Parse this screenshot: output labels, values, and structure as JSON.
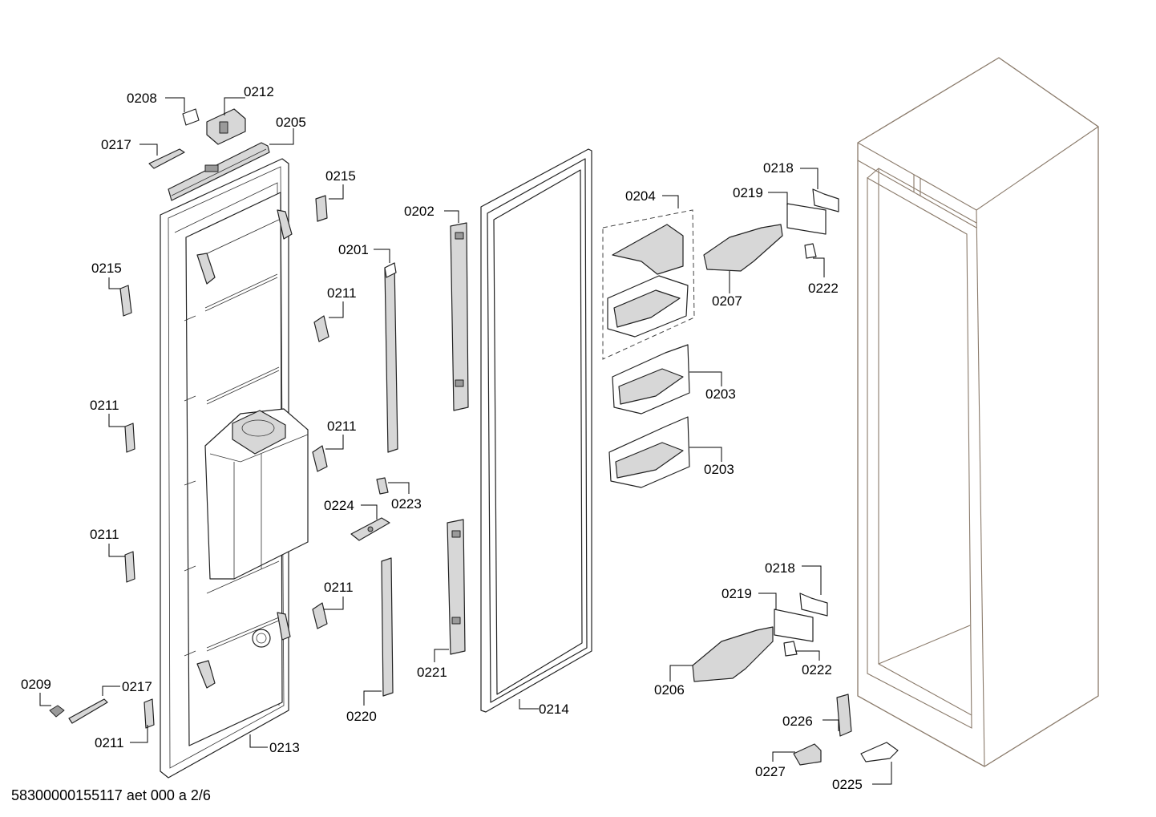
{
  "diagram": {
    "labels": {
      "l0208": "0208",
      "l0212": "0212",
      "l0205": "0205",
      "l0217a": "0217",
      "l0215a": "0215",
      "l0215b": "0215",
      "l0202": "0202",
      "l0201": "0201",
      "l0211a": "0211",
      "l0211b": "0211",
      "l0211c": "0211",
      "l0211d": "0211",
      "l0211e": "0211",
      "l0211f": "0211",
      "l0204": "0204",
      "l0218a": "0218",
      "l0219a": "0219",
      "l0207": "0207",
      "l0222a": "0222",
      "l0203a": "0203",
      "l0203b": "0203",
      "l0224": "0224",
      "l0223": "0223",
      "l0221": "0221",
      "l0220": "0220",
      "l0214": "0214",
      "l0213": "0213",
      "l0209": "0209",
      "l0217b": "0217",
      "l0218b": "0218",
      "l0219b": "0219",
      "l0206": "0206",
      "l0222b": "0222",
      "l0226": "0226",
      "l0227": "0227",
      "l0225": "0225"
    },
    "footer_code": "58300000155117 aet 000 a 2/6"
  }
}
